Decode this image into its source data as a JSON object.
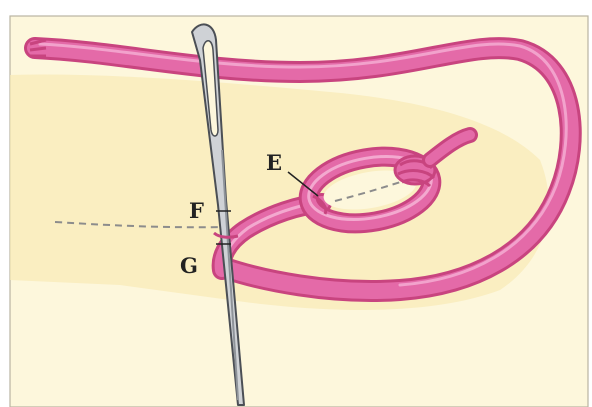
{
  "labels": {
    "e": "E",
    "f": "F",
    "g": "G"
  },
  "colors": {
    "background": "#fdf7dc",
    "fabric_wash": "#f8eab5",
    "thread": "#e46aa8",
    "thread_dark": "#c8447f",
    "thread_light": "#f3a9cf",
    "needle": "#cfd2d6",
    "needle_edge": "#4b4f55",
    "guide_line": "#8c8c8c",
    "frame": "#b9b4a2"
  },
  "icons": [
    "needle-icon",
    "thread-icon"
  ]
}
